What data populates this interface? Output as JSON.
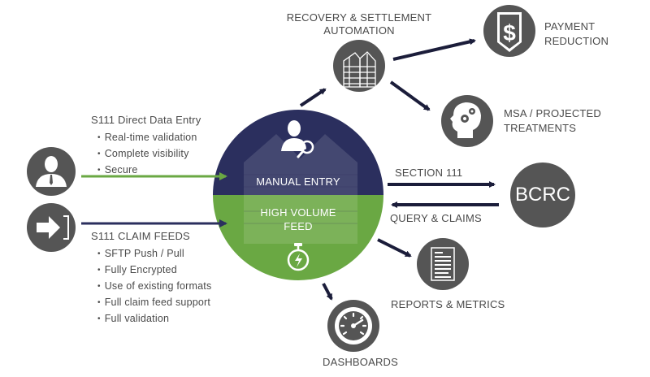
{
  "colors": {
    "navy": "#2b2f5e",
    "green": "#6aa843",
    "icon_gray": "#555555",
    "arrow_dark": "#1b1d3a",
    "text_gray": "#4a4a4a"
  },
  "inputs": {
    "direct_entry": {
      "icon": "person-tie-icon",
      "title": "S111 Direct Data Entry",
      "bullets": [
        "Real-time validation",
        "Complete visibility",
        "Secure"
      ],
      "arrow_color": "green"
    },
    "claim_feeds": {
      "icon": "import-arrow-icon",
      "title": "S111 CLAIM FEEDS",
      "bullets": [
        "SFTP Push / Pull",
        "Fully Encrypted",
        "Use of existing formats",
        "Full claim feed support",
        "Full validation"
      ],
      "arrow_color": "navy"
    }
  },
  "hub": {
    "top": {
      "icon": "user-search-icon",
      "label": "MANUAL ENTRY"
    },
    "bottom": {
      "icon": "stopwatch-lightning-icon",
      "label_line1": "HIGH VOLUME",
      "label_line2": "FEED"
    }
  },
  "outputs": {
    "recovery": {
      "icon": "buildings-icon",
      "label_line1": "RECOVERY & SETTLEMENT",
      "label_line2": "AUTOMATION"
    },
    "payment": {
      "icon": "dollar-shield-icon",
      "label_line1": "PAYMENT",
      "label_line2": "REDUCTION"
    },
    "msa": {
      "icon": "head-gears-icon",
      "label_line1": "MSA / PROJECTED",
      "label_line2": "TREATMENTS"
    },
    "bcrc": {
      "label": "BCRC",
      "outgoing_label": "SECTION 111",
      "incoming_label": "QUERY & CLAIMS"
    },
    "reports": {
      "icon": "document-icon",
      "label": "REPORTS & METRICS"
    },
    "dashboards": {
      "icon": "speedometer-icon",
      "label": "DASHBOARDS"
    }
  }
}
